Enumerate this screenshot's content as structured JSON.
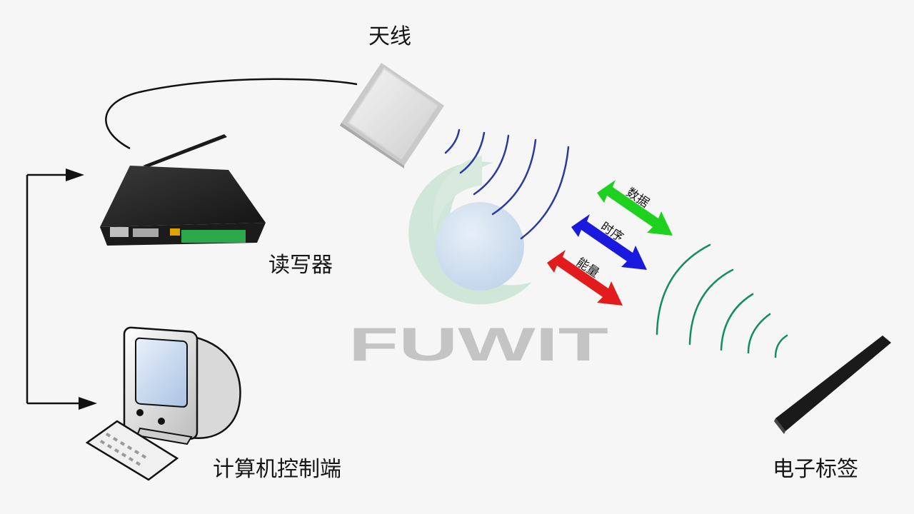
{
  "labels": {
    "antenna": "天线",
    "reader": "读写器",
    "computer": "计算机控制端",
    "tag": "电子标签"
  },
  "arrows": {
    "data": "数据",
    "timing": "时序",
    "energy": "能量"
  },
  "watermark": {
    "text": "FUWIT"
  },
  "colors": {
    "data_arrow": "#1fd11f",
    "timing_arrow": "#1a1adf",
    "energy_arrow": "#e21c1c",
    "wave_antenna": "#2a3a9e",
    "wave_tag": "#128c62",
    "watermark_logo_green": "#c9e4d3",
    "watermark_logo_blue": "#c7d9ee",
    "watermark_text": "#c4c4c4"
  },
  "icons": [
    "antenna-icon",
    "rfid-reader-icon",
    "computer-icon",
    "keyboard-icon",
    "rfid-tag-icon"
  ]
}
